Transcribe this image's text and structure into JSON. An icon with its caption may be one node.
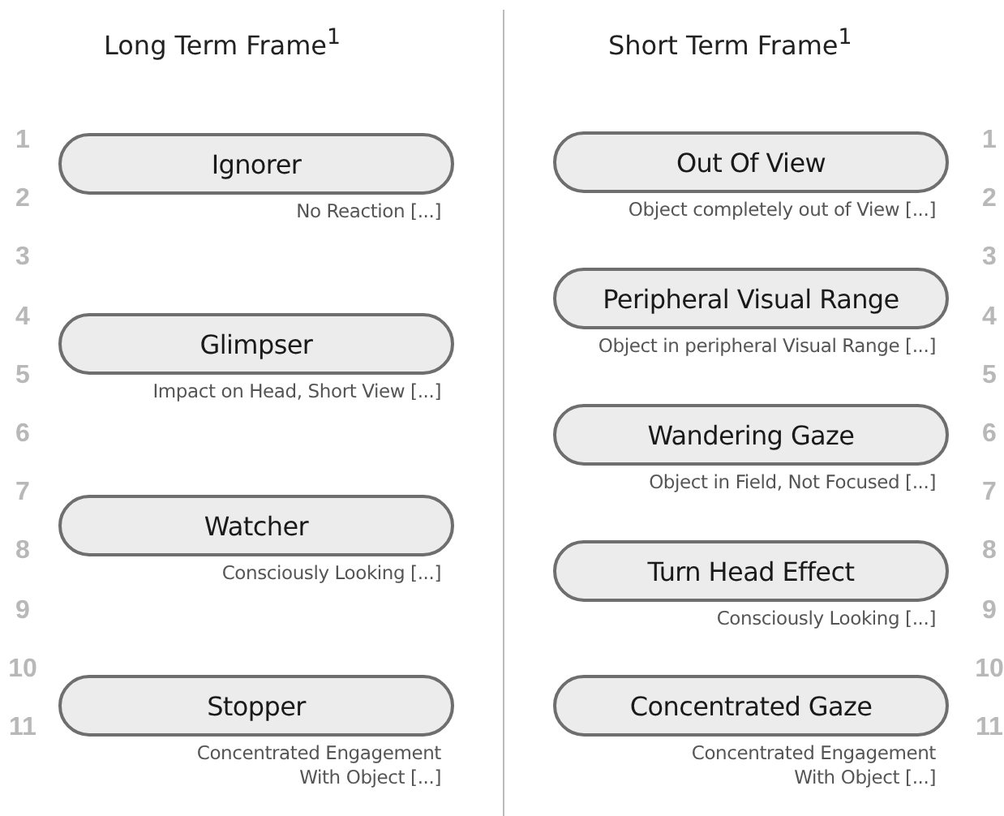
{
  "diagram": {
    "nodes": [
      {
        "text": [
          "Ignorer"
        ],
        "beside": [
          "No Reaction [...]"
        ]
      },
      {
        "text": [
          "Glimpser"
        ],
        "beside": [
          "Impact on Head, Short View [...]"
        ]
      },
      {
        "text": [
          "Watcher"
        ],
        "beside": [
          "Consciously Looking [...]"
        ]
      },
      {
        "text": [
          "Stopper"
        ],
        "beside": [
          "Concentrated Engagement With Object [...]"
        ]
      },
      {
        "text": [
          "Out Of View"
        ],
        "beside": [
          "Object completely out of View [...]"
        ]
      },
      {
        "text": [
          "Peripheral Visual Range"
        ],
        "beside": [
          "Object in peripheral Visual Range [...]"
        ]
      },
      {
        "text": [
          "Wandering Gaze"
        ],
        "beside": [
          "Object in Field, Not Focused [...]"
        ]
      },
      {
        "text": [
          "Turn Head Effect"
        ],
        "beside": [
          "Consciously Looking [...]"
        ]
      },
      {
        "text": [
          "Concentrated Gaze"
        ],
        "beside": [
          "Concentrated Engagement With Object [...]"
        ]
      }
    ],
    "edges": [],
    "labels": [
      "Long Term Frame$^{1}$",
      "Short Term Frame$^{1}$",
      "1",
      "2",
      "3",
      "4",
      "5",
      "6",
      "7",
      "8",
      "9",
      "10",
      "11",
      "1",
      "2",
      "3",
      "4",
      "5",
      "6",
      "7",
      "8",
      "9",
      "10",
      "11"
    ]
  }
}
